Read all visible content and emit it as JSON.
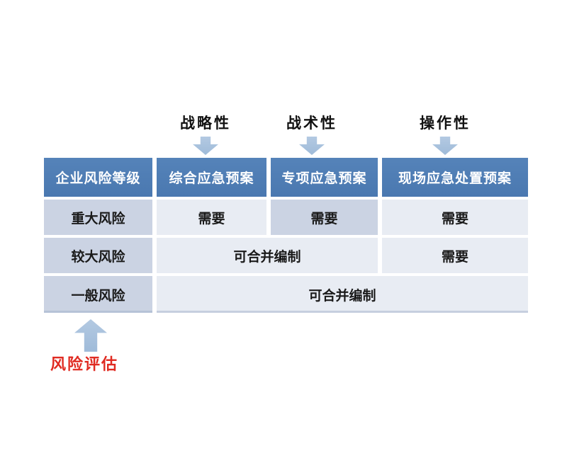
{
  "column_annotations": [
    "战略性",
    "战术性",
    "操作性"
  ],
  "table": {
    "headers": [
      "企业风险等级",
      "综合应急预案",
      "专项应急预案",
      "现场应急处置预案"
    ],
    "rows": [
      {
        "level": "重大风险",
        "cells": [
          "需要",
          "需要",
          "需要"
        ]
      },
      {
        "level": "较大风险",
        "cells": [
          "可合并编制",
          "需要"
        ]
      },
      {
        "level": "一般风险",
        "cells": [
          "可合并编制"
        ]
      }
    ]
  },
  "footer": {
    "risk_assessment_label": "风险评估"
  },
  "colors": {
    "header_bg": "#4d7cb4",
    "header_text": "#ffffff",
    "level_cell_bg": "#cbd3e3",
    "highlight_cell_bg": "#cbd3e3",
    "light_cell_bg": "#e8ecf3",
    "arrow_fill": "#a6c0dc",
    "risk_label_text": "#e02b22"
  }
}
